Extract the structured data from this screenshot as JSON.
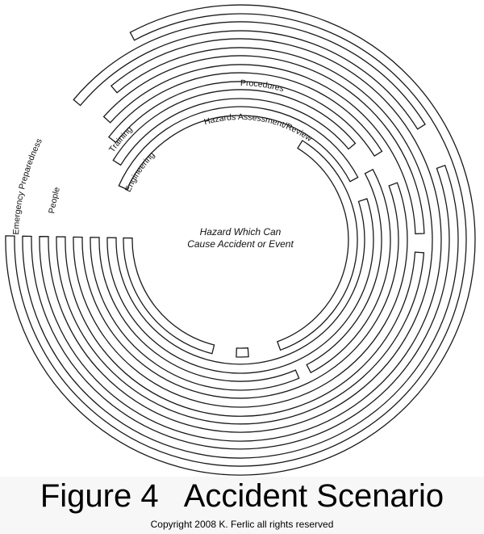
{
  "diagram": {
    "center_lines": [
      "Hazard Which Can",
      "Cause Accident or Event"
    ],
    "layers": [
      {
        "label": "Hazards Assessment/Review"
      },
      {
        "label": "Engineering"
      },
      {
        "label": "Procedures"
      },
      {
        "label": "Training"
      },
      {
        "label": "People"
      },
      {
        "label": "Emergency Preparedness"
      }
    ]
  },
  "caption": {
    "title": "Figure 4   Accident Scenario",
    "copyright": "Copyright 2008 K. Ferlic all rights reserved"
  }
}
